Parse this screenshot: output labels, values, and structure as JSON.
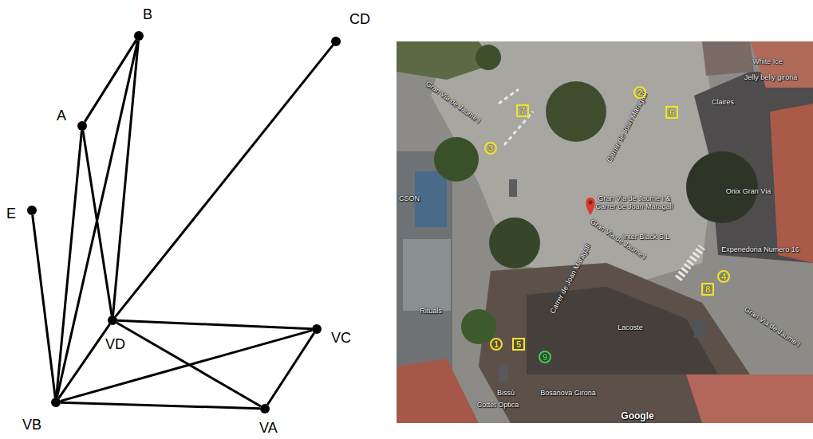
{
  "diagram": {
    "nodes": [
      {
        "text": [
          "B"
        ]
      },
      {
        "text": [
          "CD"
        ]
      },
      {
        "text": [
          "A"
        ]
      },
      {
        "text": [
          "E"
        ]
      },
      {
        "text": [
          "VD"
        ]
      },
      {
        "text": [
          "VC"
        ]
      },
      {
        "text": [
          "VB"
        ]
      },
      {
        "text": [
          "VA"
        ]
      }
    ],
    "edges": [
      {
        "from": 2,
        "to": 0,
        "arrow": "none"
      },
      {
        "from": 0,
        "to": 4,
        "arrow": "none"
      },
      {
        "from": 0,
        "to": 6,
        "arrow": "none"
      },
      {
        "from": 2,
        "to": 6,
        "arrow": "none"
      },
      {
        "from": 2,
        "to": 4,
        "arrow": "none"
      },
      {
        "from": 1,
        "to": 4,
        "arrow": "none"
      },
      {
        "from": 3,
        "to": 6,
        "arrow": "none"
      },
      {
        "from": 4,
        "to": 5,
        "arrow": "none"
      },
      {
        "from": 4,
        "to": 7,
        "arrow": "none"
      },
      {
        "from": 4,
        "to": 6,
        "arrow": "none"
      },
      {
        "from": 6,
        "to": 5,
        "arrow": "none"
      },
      {
        "from": 6,
        "to": 7,
        "arrow": "none"
      },
      {
        "from": 5,
        "to": 7,
        "arrow": "none"
      }
    ],
    "labels": [
      "Gran Via de Jaume I",
      "White Ice",
      "Jelly belly girona",
      "Carrer de Joan Maragall",
      "Claires",
      "CSON",
      "Onix Gran Via",
      "Gran Via de Jaume I & Carrer de Joan Maragall",
      "Inter Black S.L",
      "Expenedoria Numero 16",
      "Carrer de Joan Maragall",
      "Gran Via de Jaume I",
      "Rituals",
      "Lacoste",
      "Gran Via de Jaume I",
      "Bissú",
      "Bosanova Girona",
      "Cottet Optica",
      "Google",
      "1",
      "2",
      "3",
      "4",
      "5",
      "6",
      "7",
      "8",
      "9"
    ]
  }
}
